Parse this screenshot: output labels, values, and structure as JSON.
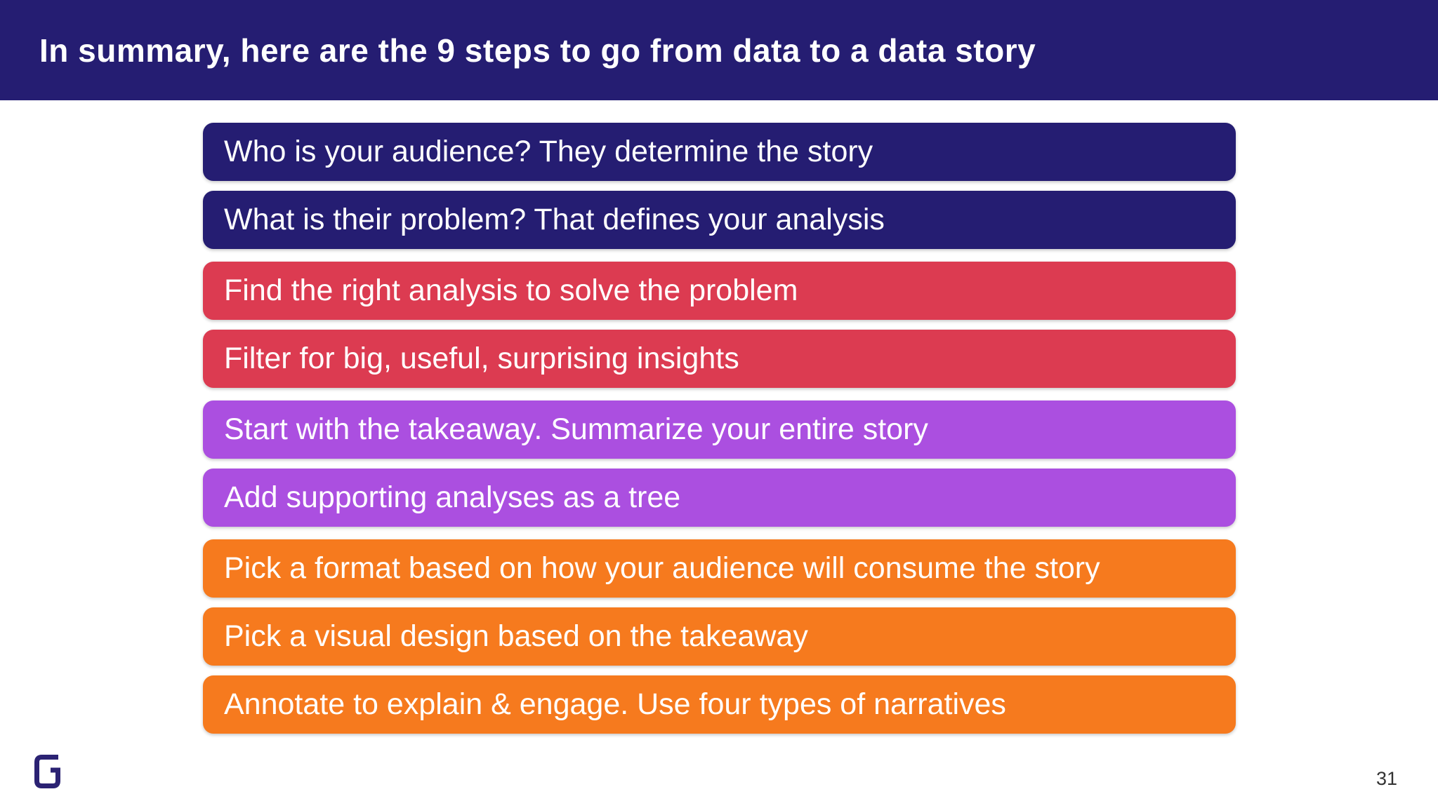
{
  "slide": {
    "title": "In summary, here are the 9 steps to go from data to a data story",
    "page_number": "31",
    "colors": {
      "header_bg": "#251D72",
      "title_text": "#FFFFFF",
      "background": "#FFFFFF",
      "bar_text": "#FFFFFF",
      "navy": "#251D72",
      "red": "#DC3B51",
      "purple": "#AB4FE0",
      "orange": "#F67A1E",
      "logo": "#2B2273",
      "page_number_text": "#333333"
    }
  },
  "steps": [
    {
      "label": "Who is your audience? They determine the story",
      "group": "audience",
      "color": "#251D72"
    },
    {
      "label": "What is their problem? That defines your analysis",
      "group": "audience",
      "color": "#251D72"
    },
    {
      "label": "Find the right analysis to solve the problem",
      "group": "analysis",
      "color": "#DC3B51"
    },
    {
      "label": "Filter for big, useful, surprising insights",
      "group": "analysis",
      "color": "#DC3B51"
    },
    {
      "label": "Start with the takeaway. Summarize your entire story",
      "group": "takeaway",
      "color": "#AB4FE0"
    },
    {
      "label": "Add supporting analyses as a tree",
      "group": "takeaway",
      "color": "#AB4FE0"
    },
    {
      "label": "Pick a format based on how your audience will consume the story",
      "group": "design",
      "color": "#F67A1E"
    },
    {
      "label": "Pick a visual design based on the takeaway",
      "group": "design",
      "color": "#F67A1E"
    },
    {
      "label": "Annotate to explain & engage. Use four types of narratives",
      "group": "design",
      "color": "#F67A1E"
    }
  ]
}
